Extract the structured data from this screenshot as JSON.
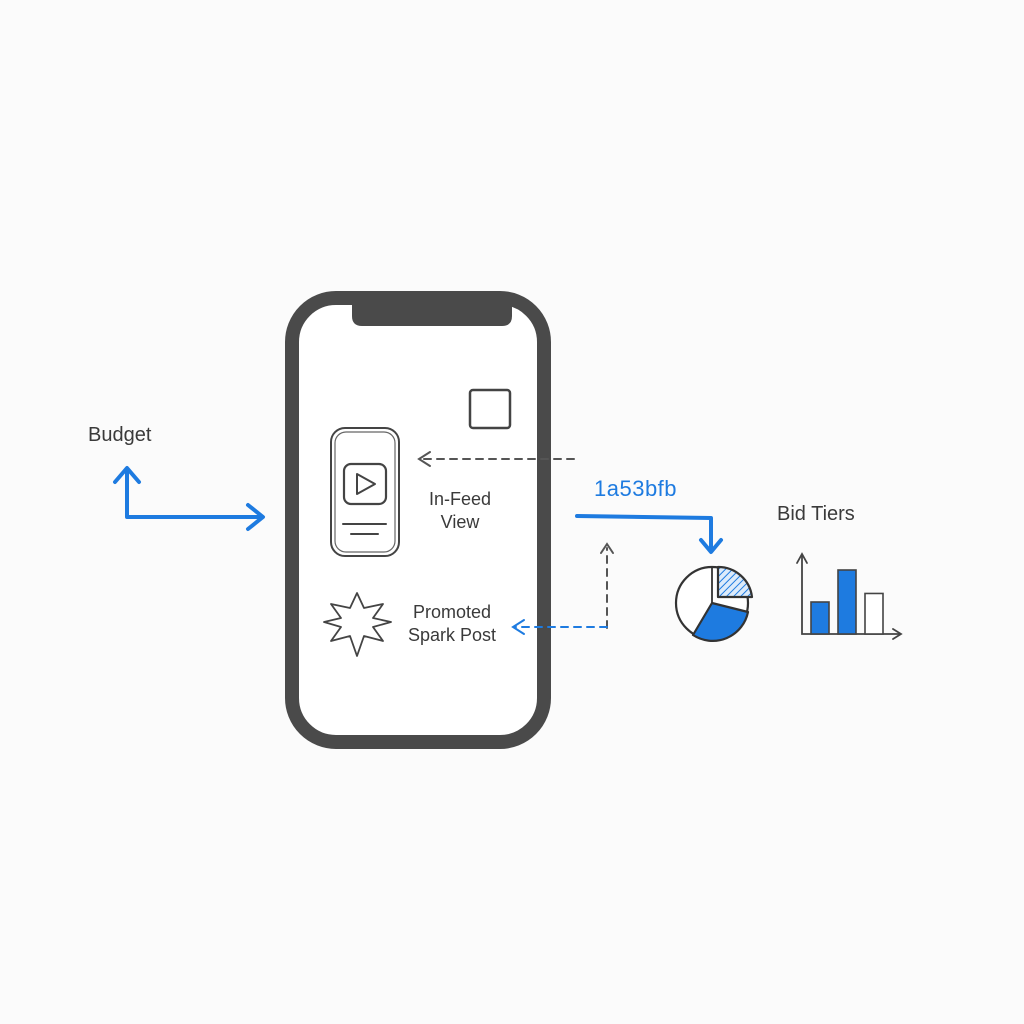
{
  "labels": {
    "budget": "Budget",
    "in_feed_line1": "In-Feed",
    "in_feed_line2": "View",
    "promoted_line1": "Promoted",
    "promoted_line2": "Spark Post",
    "code": "1a53bfb",
    "bid_tiers": "Bid Tiers"
  },
  "icons": {
    "phone": "smartphone-outline-icon",
    "placeholder": "square-outline-icon",
    "video_card": "video-card-icon",
    "play": "play-icon",
    "spark": "starburst-icon",
    "pie": "pie-chart-icon",
    "bars": "bar-chart-icon"
  },
  "colors": {
    "accent_blue": "#1e7be0",
    "outline_gray": "#4a4a4a",
    "text_gray": "#3a3a3a",
    "background": "#fbfbfb"
  },
  "bar_chart": {
    "values": [
      3,
      6,
      3.8
    ],
    "colors": [
      "#1e7be0",
      "#1e7be0",
      "#ffffff"
    ]
  },
  "pie_chart": {
    "slices": [
      {
        "fraction": 0.25,
        "fill": "hatched-blue"
      },
      {
        "fraction": 0.3,
        "fill": "#1e7be0"
      },
      {
        "fraction": 0.45,
        "fill": "#ffffff"
      }
    ]
  }
}
